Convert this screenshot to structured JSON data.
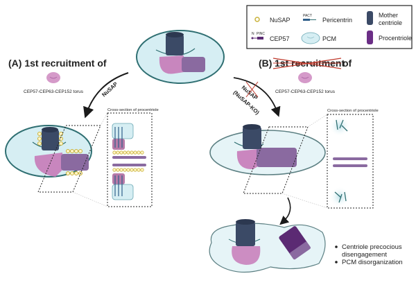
{
  "legend": {
    "items": [
      {
        "label": "NuSAP",
        "icon": "nusap-ring-icon"
      },
      {
        "label": "Pericentrin",
        "icon": "pericentrin-icon",
        "tag": "PACT"
      },
      {
        "label": "Mother centriole",
        "line1": "Mother",
        "line2": "centriole",
        "icon": "mother-centriole-icon"
      },
      {
        "label": "CEP57",
        "icon": "cep57-icon",
        "tag_n": "N",
        "tag_pinc": "PINC"
      },
      {
        "label": "PCM",
        "icon": "pcm-icon"
      },
      {
        "label": "Procentriole",
        "icon": "procentriole-icon"
      }
    ]
  },
  "panel_a": {
    "title": "(A) 1st recruitment of",
    "torus_label": "CEP57-CEP63-CEP152 torus",
    "arrow_label": "NuSAP",
    "cross_section_label": "Cross-section of procentriole"
  },
  "panel_b": {
    "title_prefix": "(B)",
    "title_struck": "1st recruitment",
    "title_suffix": "of",
    "torus_label": "CEP57-CEP63-CEP152 torus",
    "arrow_label_struck": "NuSAP",
    "arrow_label_sub": "(NuSAP-KO)",
    "cross_section_label": "Cross-section of procentriole",
    "outcomes": [
      "Centriole precocious",
      "disengagement",
      "PCM disorganization"
    ]
  },
  "colors": {
    "pcm_fill": "#d6eef3",
    "pcm_stroke": "#2f6f72",
    "mother": "#3b4a66",
    "procentriole": "#8a6aa0",
    "procentriole_dark": "#5b2a73",
    "torus": "#c77ab8",
    "nusap": "#c9b23a",
    "strike": "#c0392b"
  }
}
